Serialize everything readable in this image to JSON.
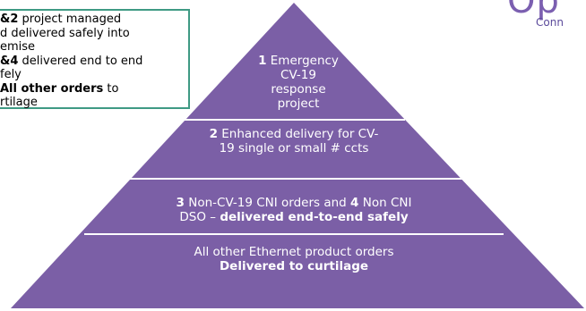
{
  "legend": {
    "line1_bold": "&2",
    "line1_rest": " project managed",
    "line2": "d delivered safely into",
    "line3": "emise",
    "line4_bold": "&4",
    "line4_rest": " delivered end to end",
    "line5": "fely",
    "line6_bold": "All other orders",
    "line6_rest": " to",
    "line7": "rtilage"
  },
  "brand": {
    "logo_text": "Op",
    "tagline": "Conn"
  },
  "pyramid": {
    "tier1": {
      "num": "1",
      "line1": "Emergency",
      "line2": "CV-19",
      "line3": "response",
      "line4": "project"
    },
    "tier2": {
      "num": "2",
      "line1_rest": " Enhanced delivery for CV-",
      "line2": "19 single or small # ccts"
    },
    "tier3": {
      "num3": "3",
      "line1_mid": " Non-CV-19 CNI orders and ",
      "num4": "4",
      "line1_end": " Non CNI",
      "line2_start": "DSO – ",
      "line2_bold": "delivered end-to-end safely"
    },
    "tier4": {
      "line1": "All other Ethernet product orders",
      "line2_bold": "Delivered to curtilage"
    }
  },
  "colors": {
    "pyramid_fill": "#7b5fa6",
    "divider": "#ffffff",
    "legend_border": "#3f9a84"
  }
}
